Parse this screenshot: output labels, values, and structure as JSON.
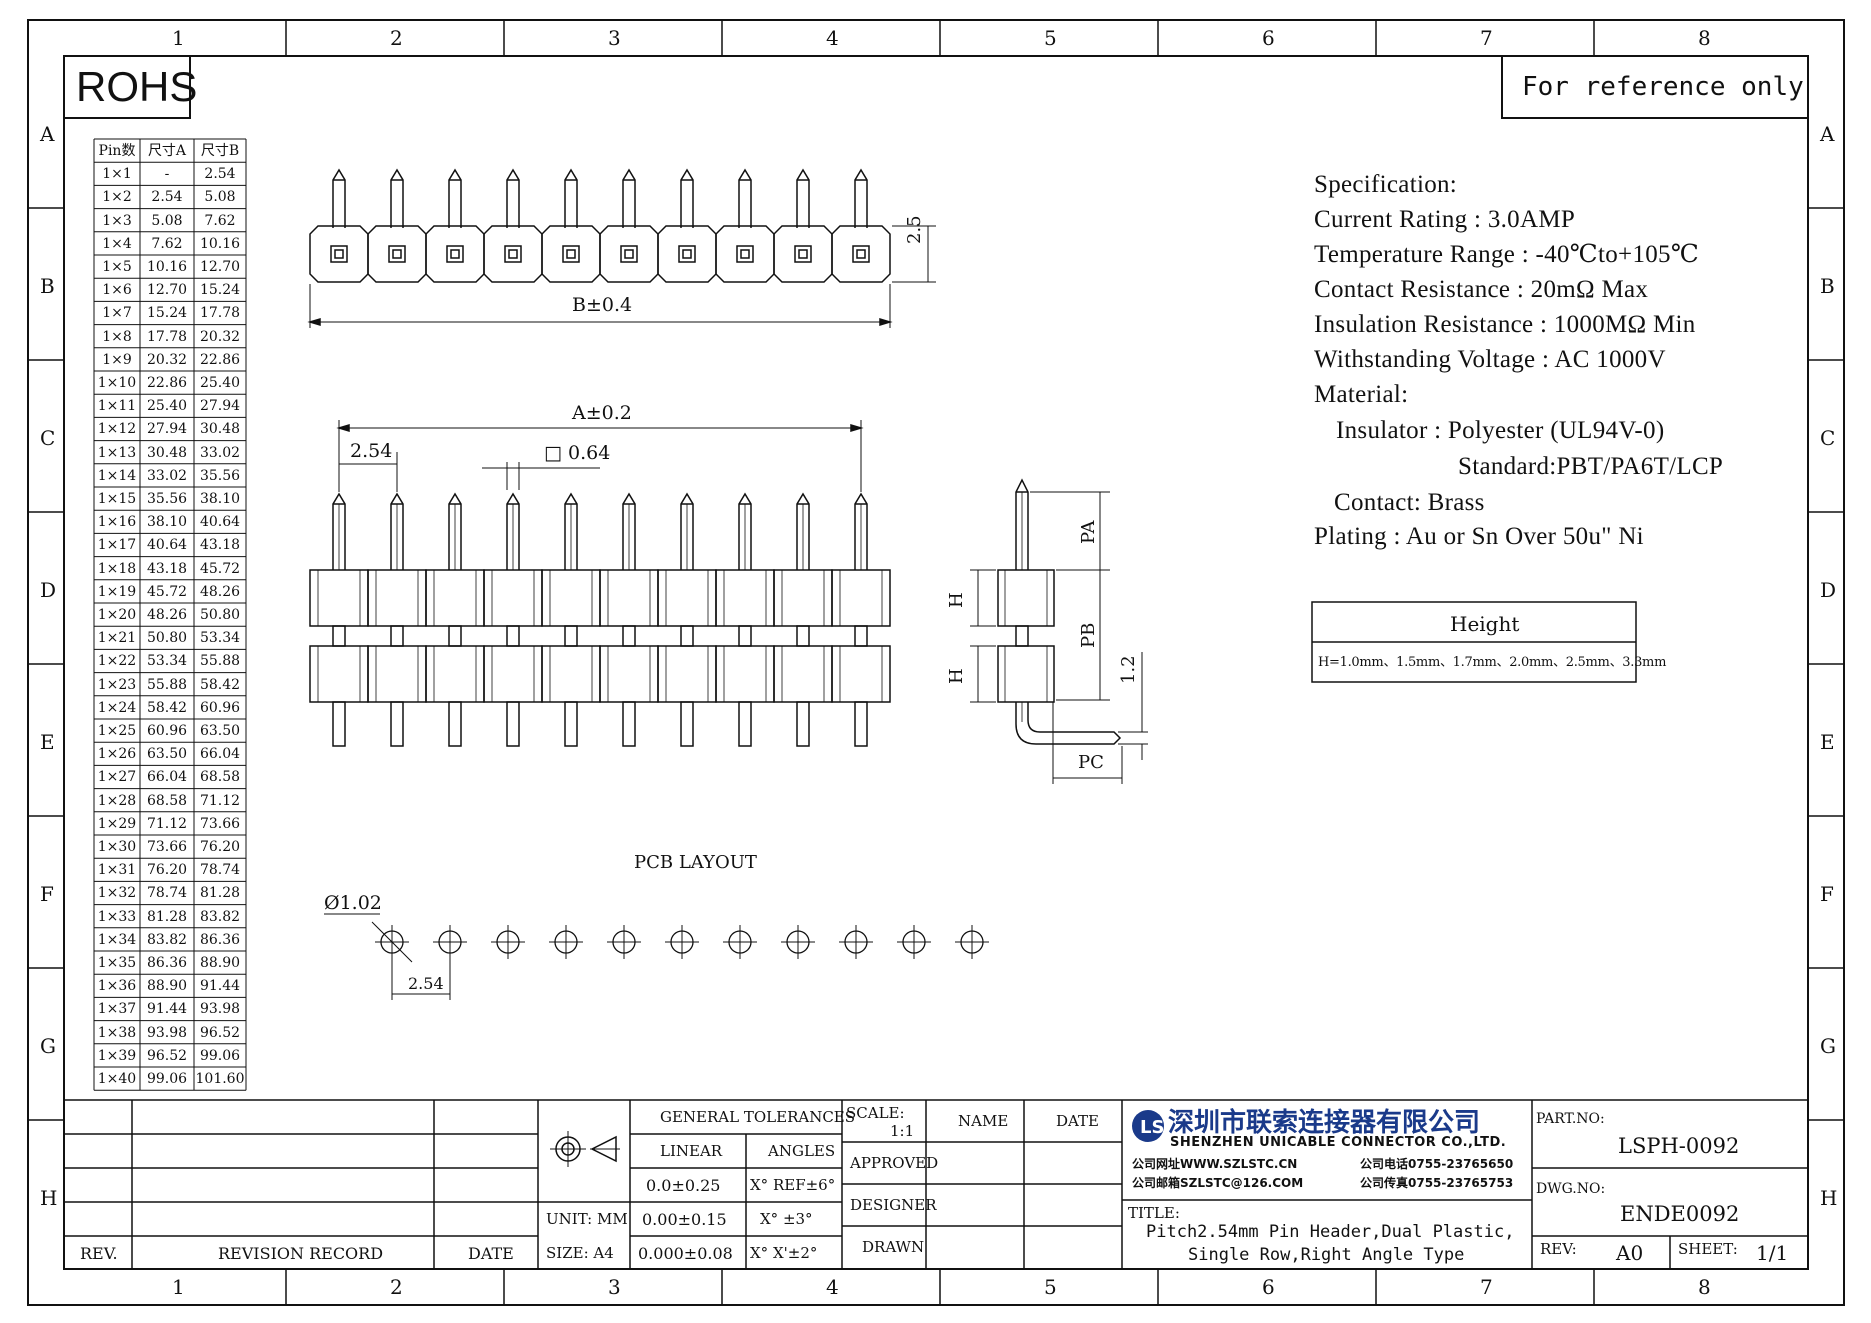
{
  "frame": {
    "columns": [
      "1",
      "2",
      "3",
      "4",
      "5",
      "6",
      "7",
      "8"
    ],
    "rows": [
      "A",
      "B",
      "C",
      "D",
      "E",
      "F",
      "G",
      "H"
    ]
  },
  "rohs_label": "ROHS",
  "reference_note": "For reference only",
  "pin_table": {
    "headers": [
      "Pin数",
      "尺寸A",
      "尺寸B"
    ],
    "rows": [
      [
        "1×1",
        "-",
        "2.54"
      ],
      [
        "1×2",
        "2.54",
        "5.08"
      ],
      [
        "1×3",
        "5.08",
        "7.62"
      ],
      [
        "1×4",
        "7.62",
        "10.16"
      ],
      [
        "1×5",
        "10.16",
        "12.70"
      ],
      [
        "1×6",
        "12.70",
        "15.24"
      ],
      [
        "1×7",
        "15.24",
        "17.78"
      ],
      [
        "1×8",
        "17.78",
        "20.32"
      ],
      [
        "1×9",
        "20.32",
        "22.86"
      ],
      [
        "1×10",
        "22.86",
        "25.40"
      ],
      [
        "1×11",
        "25.40",
        "27.94"
      ],
      [
        "1×12",
        "27.94",
        "30.48"
      ],
      [
        "1×13",
        "30.48",
        "33.02"
      ],
      [
        "1×14",
        "33.02",
        "35.56"
      ],
      [
        "1×15",
        "35.56",
        "38.10"
      ],
      [
        "1×16",
        "38.10",
        "40.64"
      ],
      [
        "1×17",
        "40.64",
        "43.18"
      ],
      [
        "1×18",
        "43.18",
        "45.72"
      ],
      [
        "1×19",
        "45.72",
        "48.26"
      ],
      [
        "1×20",
        "48.26",
        "50.80"
      ],
      [
        "1×21",
        "50.80",
        "53.34"
      ],
      [
        "1×22",
        "53.34",
        "55.88"
      ],
      [
        "1×23",
        "55.88",
        "58.42"
      ],
      [
        "1×24",
        "58.42",
        "60.96"
      ],
      [
        "1×25",
        "60.96",
        "63.50"
      ],
      [
        "1×26",
        "63.50",
        "66.04"
      ],
      [
        "1×27",
        "66.04",
        "68.58"
      ],
      [
        "1×28",
        "68.58",
        "71.12"
      ],
      [
        "1×29",
        "71.12",
        "73.66"
      ],
      [
        "1×30",
        "73.66",
        "76.20"
      ],
      [
        "1×31",
        "76.20",
        "78.74"
      ],
      [
        "1×32",
        "78.74",
        "81.28"
      ],
      [
        "1×33",
        "81.28",
        "83.82"
      ],
      [
        "1×34",
        "83.82",
        "86.36"
      ],
      [
        "1×35",
        "86.36",
        "88.90"
      ],
      [
        "1×36",
        "88.90",
        "91.44"
      ],
      [
        "1×37",
        "91.44",
        "93.98"
      ],
      [
        "1×38",
        "93.98",
        "96.52"
      ],
      [
        "1×39",
        "96.52",
        "99.06"
      ],
      [
        "1×40",
        "99.06",
        "101.60"
      ]
    ]
  },
  "dims": {
    "b_tol": "B±0.4",
    "height_25": "2.5",
    "a_tol": "A±0.2",
    "pitch": "2.54",
    "pin_sq": "□ 0.64",
    "pa": "PA",
    "pb": "PB",
    "pc": "PC",
    "h": "H",
    "d12": "1.2",
    "pcb_title": "PCB LAYOUT",
    "hole_dia": "Ø1.02",
    "pcb_pitch": "2.54"
  },
  "spec": {
    "lines": [
      "Specification:",
      "Current Rating : 3.0AMP",
      "Temperature Range : -40℃to+105℃",
      "Contact Resistance : 20mΩ Max",
      "Insulation Resistance : 1000MΩ Min",
      "Withstanding Voltage : AC 1000V",
      "Material:"
    ],
    "insulator": "Insulator : Polyester (UL94V-0)",
    "standard": "Standard:PBT/PA6T/LCP",
    "contact": "Contact: Brass",
    "plating": "Plating : Au or Sn Over 50u\" Ni"
  },
  "height_box": {
    "title": "Height",
    "values": "H=1.0mm、1.5mm、1.7mm、2.0mm、2.5mm、3.3mm"
  },
  "title_block": {
    "rev": "REV.",
    "revision_record": "REVISION RECORD",
    "date": "DATE",
    "unit": "UNIT: MM",
    "size": "SIZE: A4",
    "general_tolerances": "GENERAL TOLERANCES",
    "linear": "LINEAR",
    "angles": "ANGLES",
    "tol_rows": [
      [
        "0.0±0.25",
        "X° REF±6°"
      ],
      [
        "0.00±0.15",
        "X° ±3°"
      ],
      [
        "0.000±0.08",
        "X° X'±2°"
      ]
    ],
    "scale_label": "SCALE:",
    "scale_value": "1:1",
    "name": "NAME",
    "date2": "DATE",
    "approved": "APPROVED",
    "designer": "DESIGNER",
    "drawn": "DRAWN",
    "company_cn": "深圳市联索连接器有限公司",
    "company_en": "SHENZHEN UNICABLE CONNECTOR CO.,LTD.",
    "website": "公司网址WWW.SZLSTC.CN",
    "phone": "公司电话0755-23765650",
    "email": "公司邮箱SZLSTC@126.COM",
    "fax": "公司传真0755-23765753",
    "title_label": "TITLE:",
    "title_line1": "Pitch2.54mm Pin Header,Dual Plastic,",
    "title_line2": "Single Row,Right Angle Type",
    "part_no_label": "PART.NO:",
    "part_no": "LSPH-0092",
    "dwg_no_label": "DWG.NO:",
    "dwg_no": "ENDE0092",
    "rev_label": "REV:",
    "rev_value": "A0",
    "sheet_label": "SHEET:",
    "sheet_value": "1/1"
  }
}
